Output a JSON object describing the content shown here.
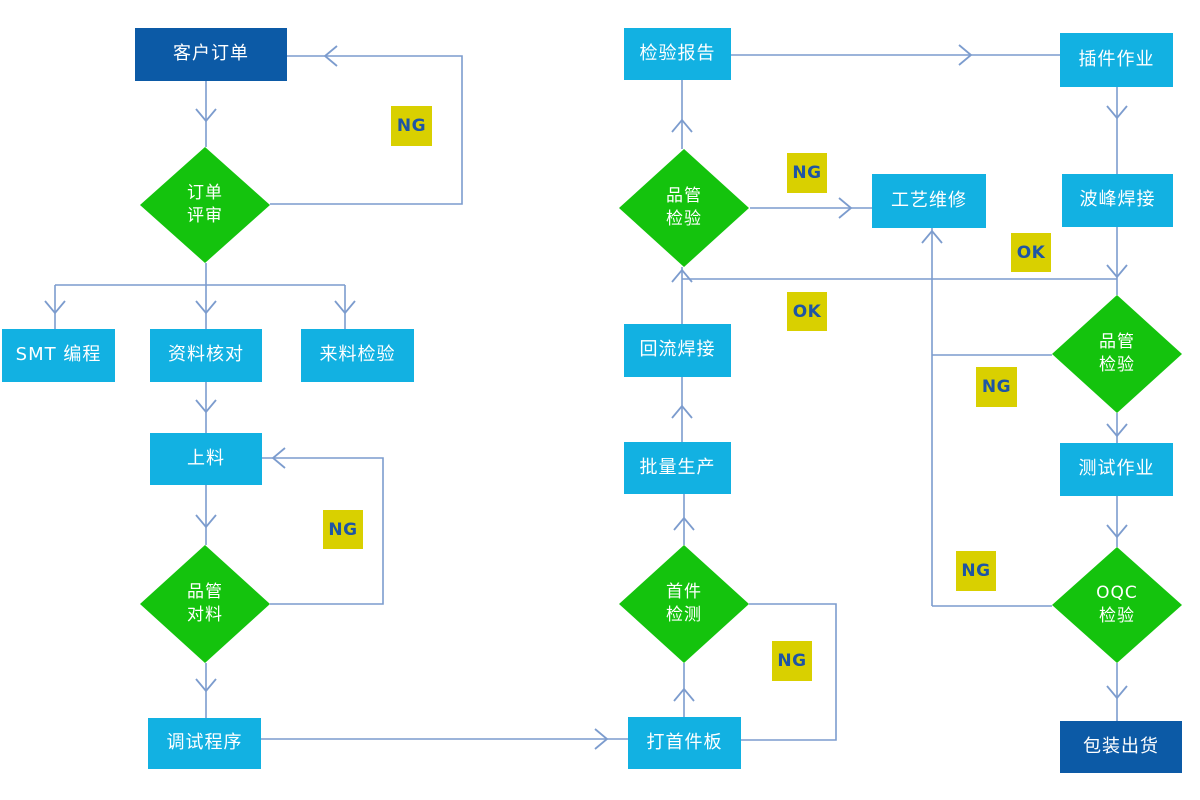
{
  "flowchart": {
    "nodes": {
      "customer_order": "客户订单",
      "order_review": "订单\n评审",
      "smt_programming": "SMT 编程",
      "data_verification": "资料核对",
      "incoming_inspection": "来料检验",
      "material_loading": "上料",
      "qc_material_check": "品管\n对料",
      "debug_program": "调试程序",
      "first_board": "打首件板",
      "first_article_inspection": "首件\n检测",
      "mass_production": "批量生产",
      "reflow_soldering": "回流焊接",
      "qc_inspection_smt": "品管\n检验",
      "inspection_report": "检验报告",
      "process_repair": "工艺维修",
      "component_insertion": "插件作业",
      "wave_soldering": "波峰焊接",
      "qc_inspection_dip": "品管\n检验",
      "test_operation": "测试作业",
      "oqc_inspection": "OQC\n检验",
      "packing_shipping": "包装出货"
    },
    "edge_labels": {
      "ng_order_review": "NG",
      "ng_qc_material": "NG",
      "ng_first_article": "NG",
      "ng_qc_smt": "NG",
      "ok_reflow_qc": "OK",
      "ok_wave_qc": "OK",
      "ng_qc_dip": "NG",
      "ng_oqc": "NG"
    },
    "colors": {
      "process_box": "#12B1E2",
      "terminal_box": "#0C5AA6",
      "decision_diamond": "#14C30D",
      "label_background": "#D9D000",
      "label_text": "#1E55A4",
      "connector_line": "#7C9CCE",
      "node_text": "#FFFFFF"
    }
  }
}
